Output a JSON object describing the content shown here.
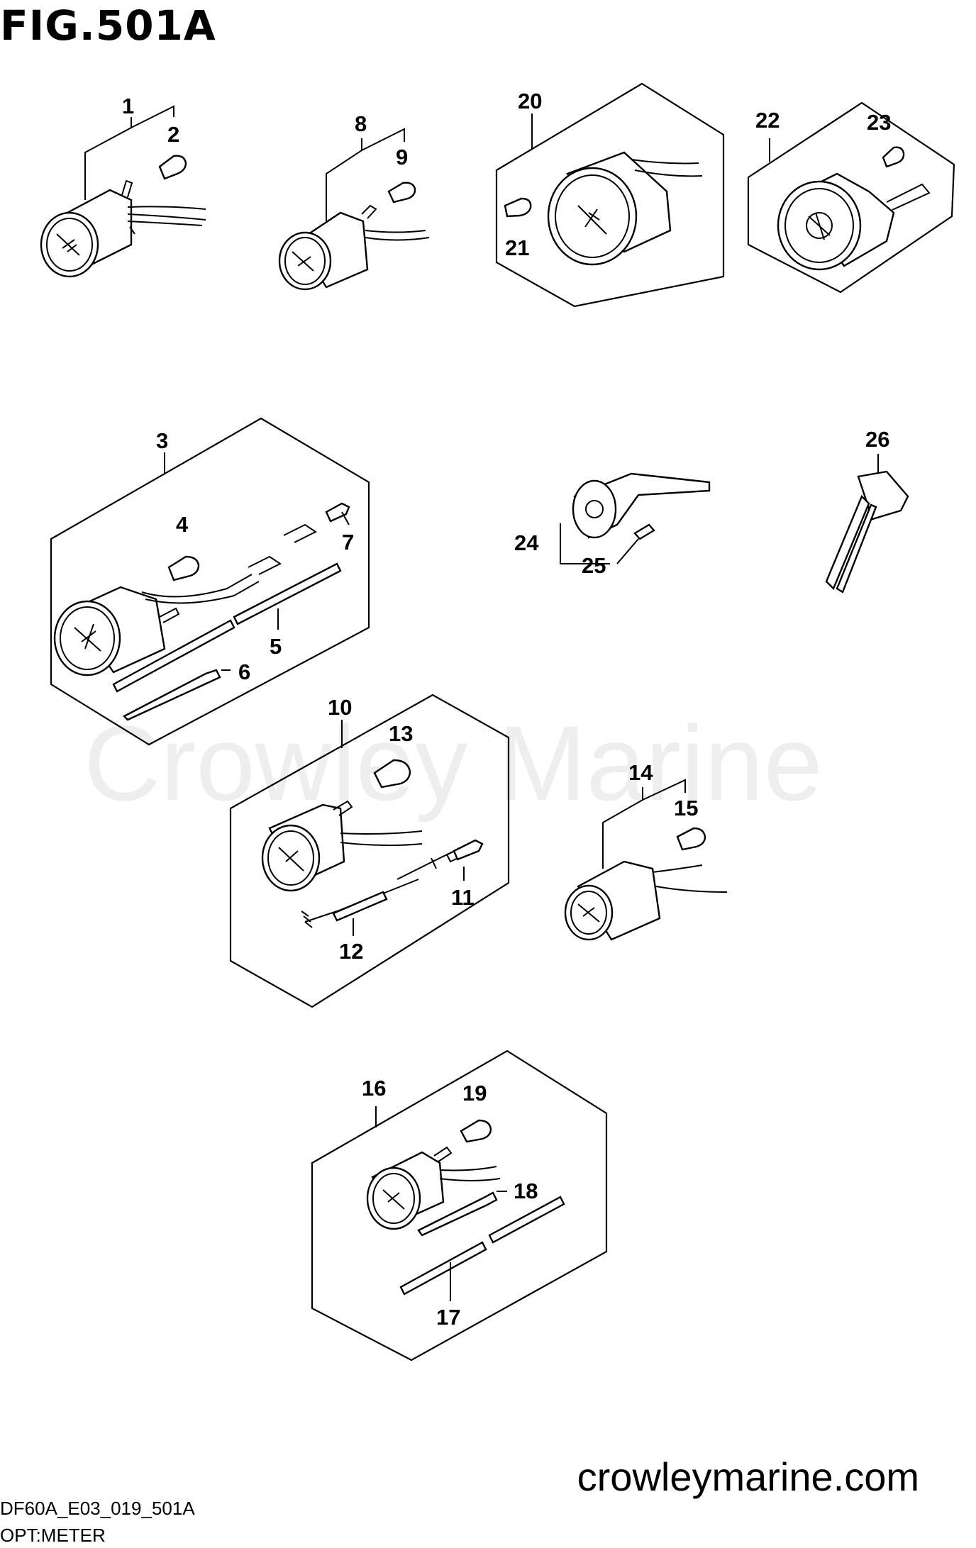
{
  "figure": {
    "title": "FIG.501A",
    "code": "DF60A_E03_019_501A",
    "caption": "OPT:METER",
    "website": "crowleymarine.com",
    "watermark": "Crowley Marine"
  },
  "callouts": [
    "1",
    "2",
    "3",
    "4",
    "5",
    "6",
    "7",
    "8",
    "9",
    "10",
    "11",
    "12",
    "13",
    "14",
    "15",
    "16",
    "17",
    "18",
    "19",
    "20",
    "21",
    "22",
    "23",
    "24",
    "25",
    "26"
  ]
}
